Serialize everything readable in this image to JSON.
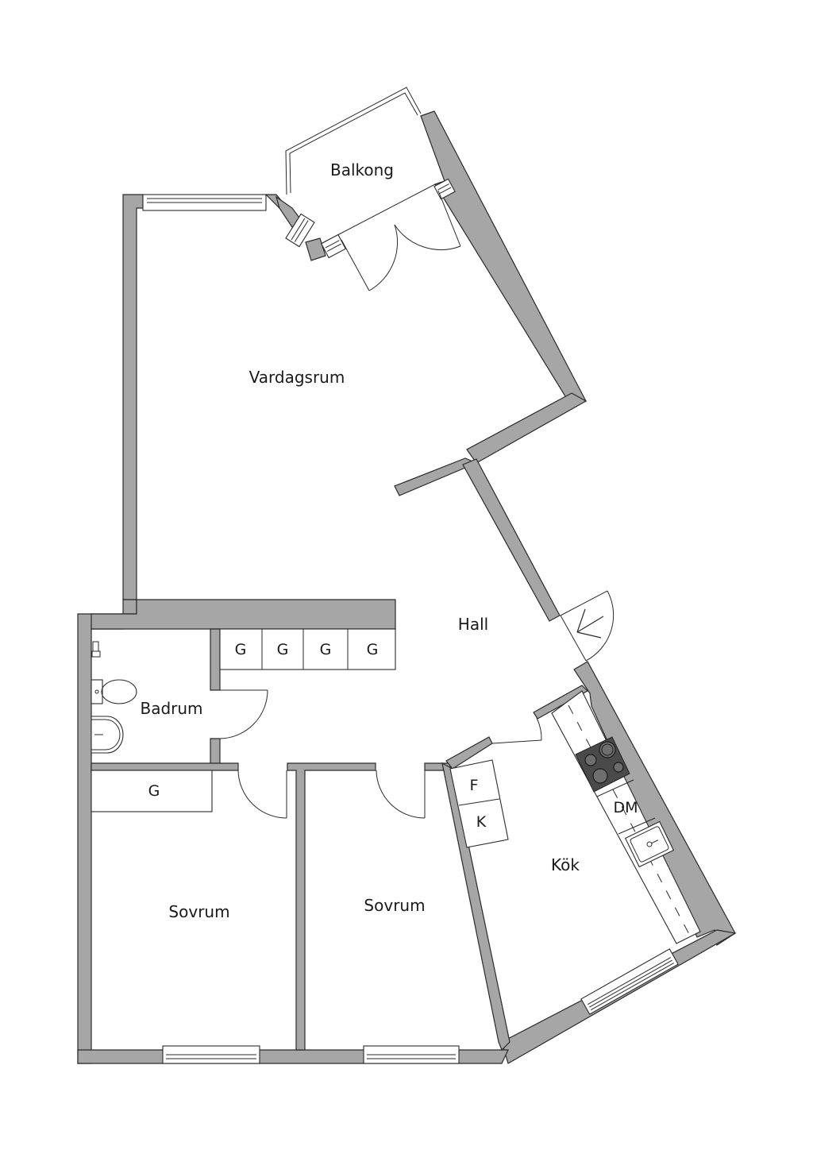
{
  "plan": {
    "rooms": {
      "balkong": "Balkong",
      "vardagsrum": "Vardagsrum",
      "hall": "Hall",
      "badrum": "Badrum",
      "sovrum_left": "Sovrum",
      "sovrum_middle": "Sovrum",
      "kok": "Kök"
    },
    "fixtures": {
      "closet_hall_1": "G",
      "closet_hall_2": "G",
      "closet_hall_3": "G",
      "closet_hall_4": "G",
      "closet_bedroom": "G",
      "fridge": "F",
      "freezer": "K",
      "dishwasher": "DM"
    },
    "colors": {
      "wall": "#a6a6a6",
      "stove": "#4a4a4a",
      "line": "#2a2a2a",
      "background": "#ffffff"
    }
  }
}
